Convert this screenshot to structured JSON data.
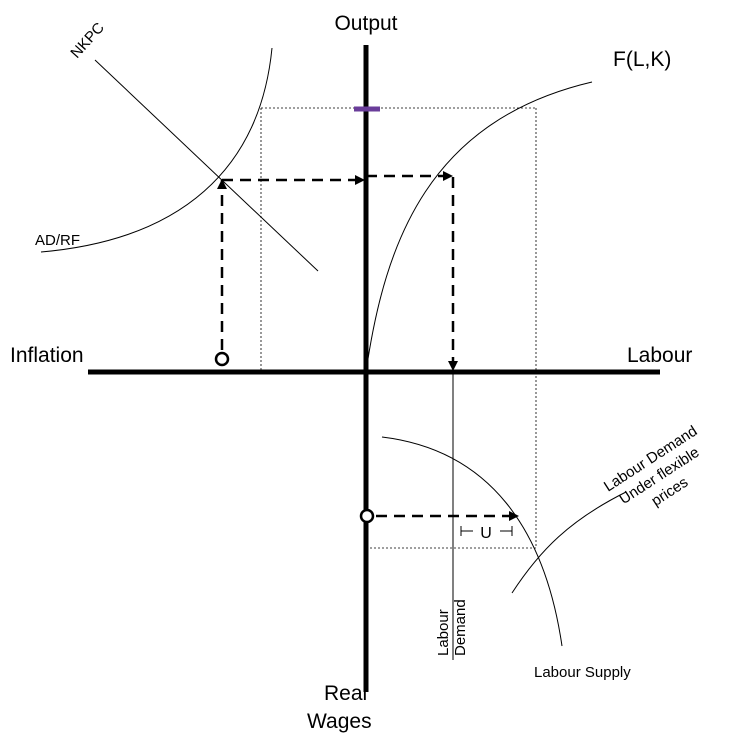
{
  "labels": {
    "output": "Output",
    "labour": "Labour",
    "inflation": "Inflation",
    "real_wages_line1": "Real",
    "real_wages_line2": "Wages",
    "nkpc": "NKPC",
    "ad_rf": "AD/RF",
    "production_function": "F(L,K)",
    "labour_demand_flex_line1": "Labour Demand",
    "labour_demand_flex_line2": "Under flexible",
    "labour_demand_flex_line3": "prices",
    "labour_demand_line1": "Labour",
    "labour_demand_line2": "Demand",
    "labour_supply": "Labour Supply",
    "unemployment": "U"
  },
  "colors": {
    "ink": "#000000",
    "highlight": "#6a3d9a",
    "background": "#ffffff"
  }
}
